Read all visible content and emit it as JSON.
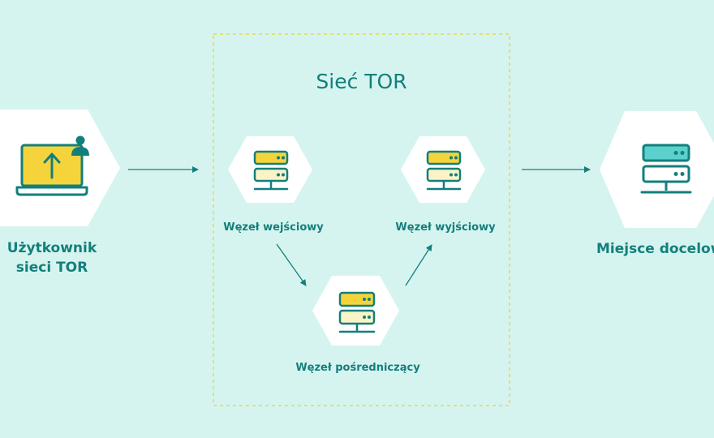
{
  "network_title": "Sieć TOR",
  "user": {
    "label_line1": "Użytkownik",
    "label_line2": "sieci TOR",
    "icon": "laptop-user-icon"
  },
  "entry_node": {
    "label": "Węzeł wejściowy",
    "icon": "server-icon"
  },
  "middle_node": {
    "label": "Węzeł pośredniczący",
    "icon": "server-icon"
  },
  "exit_node": {
    "label": "Węzeł wyjściowy",
    "icon": "server-icon"
  },
  "destination": {
    "label": "Miejsce docelowe",
    "icon": "server-icon"
  },
  "colors": {
    "background": "#d6f4ef",
    "teal": "#137f7c",
    "yellow": "#f5d43b",
    "light_yellow": "#fbf3c8",
    "cyan": "#5cd0cc",
    "dashed_border": "#e9d84a"
  }
}
